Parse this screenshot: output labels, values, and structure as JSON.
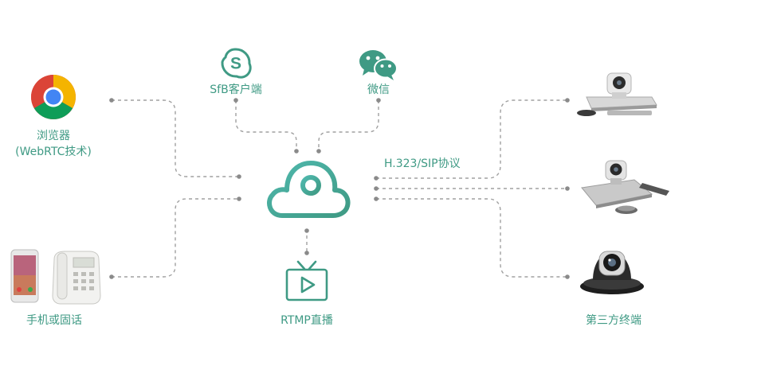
{
  "labels": {
    "sfb": "SfB客户端",
    "wechat": "微信",
    "browser_line1": "浏览器",
    "browser_line2": "(WebRTC技术)",
    "protocol": "H.323/SIP协议",
    "phone": "手机或固话",
    "rtmp": "RTMP直播",
    "third_party": "第三方终端"
  },
  "icons": {
    "sfb": "skype-icon",
    "wechat": "wechat-icon",
    "browser": "chrome-icon",
    "cloud": "cloud-icon",
    "tv": "tv-play-icon",
    "phone": "phone-devices-icon",
    "terminal_1": "video-conference-codec-icon",
    "terminal_2": "conference-camera-icon",
    "terminal_3": "ptz-camera-icon"
  },
  "colors": {
    "accent": "#3f9a84",
    "line": "#9a9a9a",
    "dot": "#888888"
  }
}
